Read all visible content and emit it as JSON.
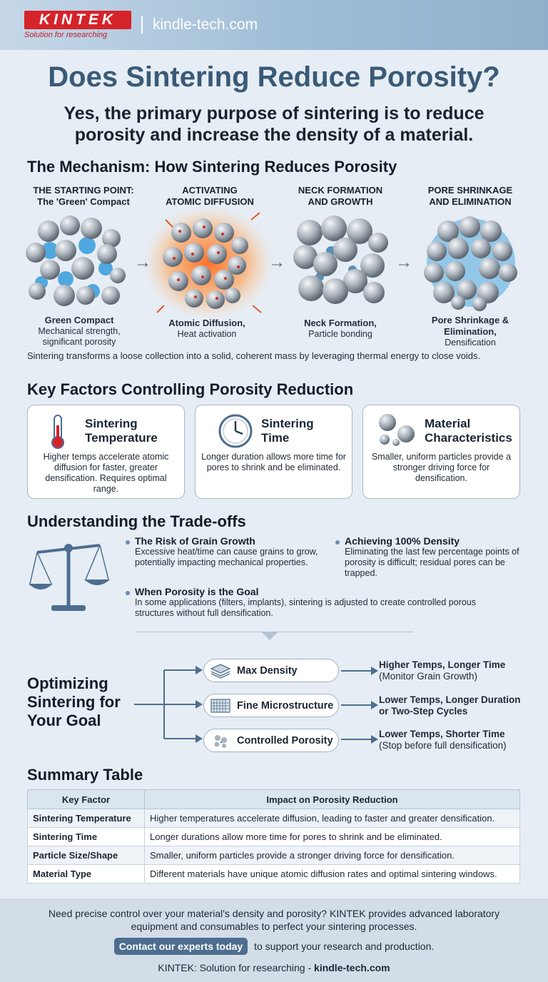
{
  "header": {
    "brand": "KINTEK",
    "tagline": "Solution for researching",
    "site": "kindle-tech.com"
  },
  "title": "Does Sintering Reduce Porosity?",
  "subtitle": "Yes, the primary purpose of sintering is to reduce porosity and increase the density of a material.",
  "mechanism": {
    "heading": "The Mechanism: How Sintering Reduces Porosity",
    "stages": [
      {
        "head1": "THE STARTING POINT:",
        "head2": "The 'Green' Compact",
        "cap_bold": "Green Compact",
        "cap1": "Mechanical strength,",
        "cap2": "significant porosity"
      },
      {
        "head1": "ACTIVATING",
        "head2": "ATOMIC DIFFUSION",
        "cap_bold": "Atomic Diffusion,",
        "cap1": "Heat activation",
        "cap2": ""
      },
      {
        "head1": "NECK FORMATION",
        "head2": "AND GROWTH",
        "cap_bold": "Neck Formation,",
        "cap1": "Particle bonding",
        "cap2": ""
      },
      {
        "head1": "PORE SHRINKAGE",
        "head2": "AND ELIMINATION",
        "cap_bold": "Pore Shrinkage &",
        "cap1": "Elimination,",
        "cap2": "Densification"
      }
    ],
    "note": "Sintering transforms a loose collection into a solid, coherent mass by leveraging thermal energy to close voids."
  },
  "factors": {
    "heading": "Key Factors Controlling Porosity Reduction",
    "cards": [
      {
        "icon": "thermometer-icon",
        "title1": "Sintering",
        "title2": "Temperature",
        "text": "Higher temps accelerate atomic diffusion for faster, greater densification. Requires optimal range."
      },
      {
        "icon": "clock-icon",
        "title1": "Sintering",
        "title2": "Time",
        "text": "Longer duration allows more time for pores to shrink and be eliminated."
      },
      {
        "icon": "particles-icon",
        "title1": "Material",
        "title2": "Characteristics",
        "text": "Smaller, uniform particles provide a stronger driving force for densification."
      }
    ]
  },
  "tradeoffs": {
    "heading": "Understanding the Trade-offs",
    "items": [
      {
        "title": "The Risk of Grain Growth",
        "text": "Excessive heat/time can cause grains to grow, potentially impacting mechanical properties."
      },
      {
        "title": "Achieving 100% Density",
        "text": "Eliminating the last few percentage points of porosity is difficult; residual pores can be trapped."
      },
      {
        "title": "When Porosity is the Goal",
        "text": "In some applications (filters, implants), sintering is adjusted to create controlled porous structures without full densification."
      }
    ]
  },
  "optimize": {
    "heading1": "Optimizing",
    "heading2": "Sintering for",
    "heading3": "Your Goal",
    "goals": [
      {
        "label": "Max Density",
        "result_bold": "Higher Temps, Longer Time",
        "result": "(Monitor Grain Growth)"
      },
      {
        "label": "Fine Microstructure",
        "result_bold": "Lower Temps, Longer Duration",
        "result": "or Two-Step Cycles"
      },
      {
        "label": "Controlled Porosity",
        "result_bold": "Lower Temps, Shorter Time",
        "result": "(Stop before full densification)"
      }
    ]
  },
  "summary": {
    "heading": "Summary Table",
    "col1": "Key Factor",
    "col2": "Impact on Porosity Reduction",
    "rows": [
      {
        "factor": "Sintering Temperature",
        "impact": "Higher temperatures accelerate diffusion, leading to faster and greater densification."
      },
      {
        "factor": "Sintering Time",
        "impact": "Longer durations allow more time for pores to shrink and be eliminated."
      },
      {
        "factor": "Particle Size/Shape",
        "impact": "Smaller, uniform particles provide a stronger driving force for densification."
      },
      {
        "factor": "Material Type",
        "impact": "Different materials have unique atomic diffusion rates and optimal sintering windows."
      }
    ]
  },
  "footer": {
    "text": "Need precise control over your material's density and porosity? KINTEK provides advanced laboratory equipment and consumables to perfect your sintering processes.",
    "cta": "Contact our experts today",
    "cta_after": "to support your research and production.",
    "bottom_prefix": "KINTEK: Solution for researching - ",
    "bottom_site": "kindle-tech.com"
  }
}
